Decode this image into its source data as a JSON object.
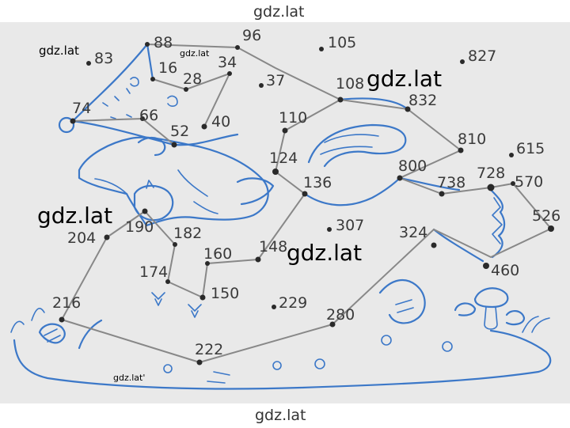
{
  "watermarks": {
    "top": "gdz.lat",
    "bottom": "gdz.lat",
    "left_small": "gdz.lat",
    "hat_tiny": "gdz.lat",
    "right_big": "gdz.lat",
    "left_big": "gdz.lat",
    "center_big": "gdz.lat",
    "bottom_tiny": "gdz.lat'"
  },
  "points": [
    {
      "id": "p83",
      "label": "83"
    },
    {
      "id": "p88",
      "label": "88"
    },
    {
      "id": "p96",
      "label": "96"
    },
    {
      "id": "p105",
      "label": "105"
    },
    {
      "id": "p827",
      "label": "827"
    },
    {
      "id": "p16",
      "label": "16"
    },
    {
      "id": "p34",
      "label": "34"
    },
    {
      "id": "p28",
      "label": "28"
    },
    {
      "id": "p37",
      "label": "37"
    },
    {
      "id": "p108",
      "label": "108"
    },
    {
      "id": "p832",
      "label": "832"
    },
    {
      "id": "p74",
      "label": "74"
    },
    {
      "id": "p66",
      "label": "66"
    },
    {
      "id": "p40",
      "label": "40"
    },
    {
      "id": "p52",
      "label": "52"
    },
    {
      "id": "p110",
      "label": "110"
    },
    {
      "id": "p810",
      "label": "810"
    },
    {
      "id": "p615",
      "label": "615"
    },
    {
      "id": "p124",
      "label": "124"
    },
    {
      "id": "p800",
      "label": "800"
    },
    {
      "id": "p728",
      "label": "728"
    },
    {
      "id": "p738",
      "label": "738"
    },
    {
      "id": "p570",
      "label": "570"
    },
    {
      "id": "p136",
      "label": "136"
    },
    {
      "id": "p526",
      "label": "526"
    },
    {
      "id": "p190",
      "label": "190"
    },
    {
      "id": "p204",
      "label": "204"
    },
    {
      "id": "p182",
      "label": "182"
    },
    {
      "id": "p307",
      "label": "307"
    },
    {
      "id": "p324",
      "label": "324"
    },
    {
      "id": "p160",
      "label": "160"
    },
    {
      "id": "p148",
      "label": "148"
    },
    {
      "id": "p460",
      "label": "460"
    },
    {
      "id": "p174",
      "label": "174"
    },
    {
      "id": "p150",
      "label": "150"
    },
    {
      "id": "p229",
      "label": "229"
    },
    {
      "id": "p216",
      "label": "216"
    },
    {
      "id": "p280",
      "label": "280"
    },
    {
      "id": "p222",
      "label": "222"
    }
  ]
}
